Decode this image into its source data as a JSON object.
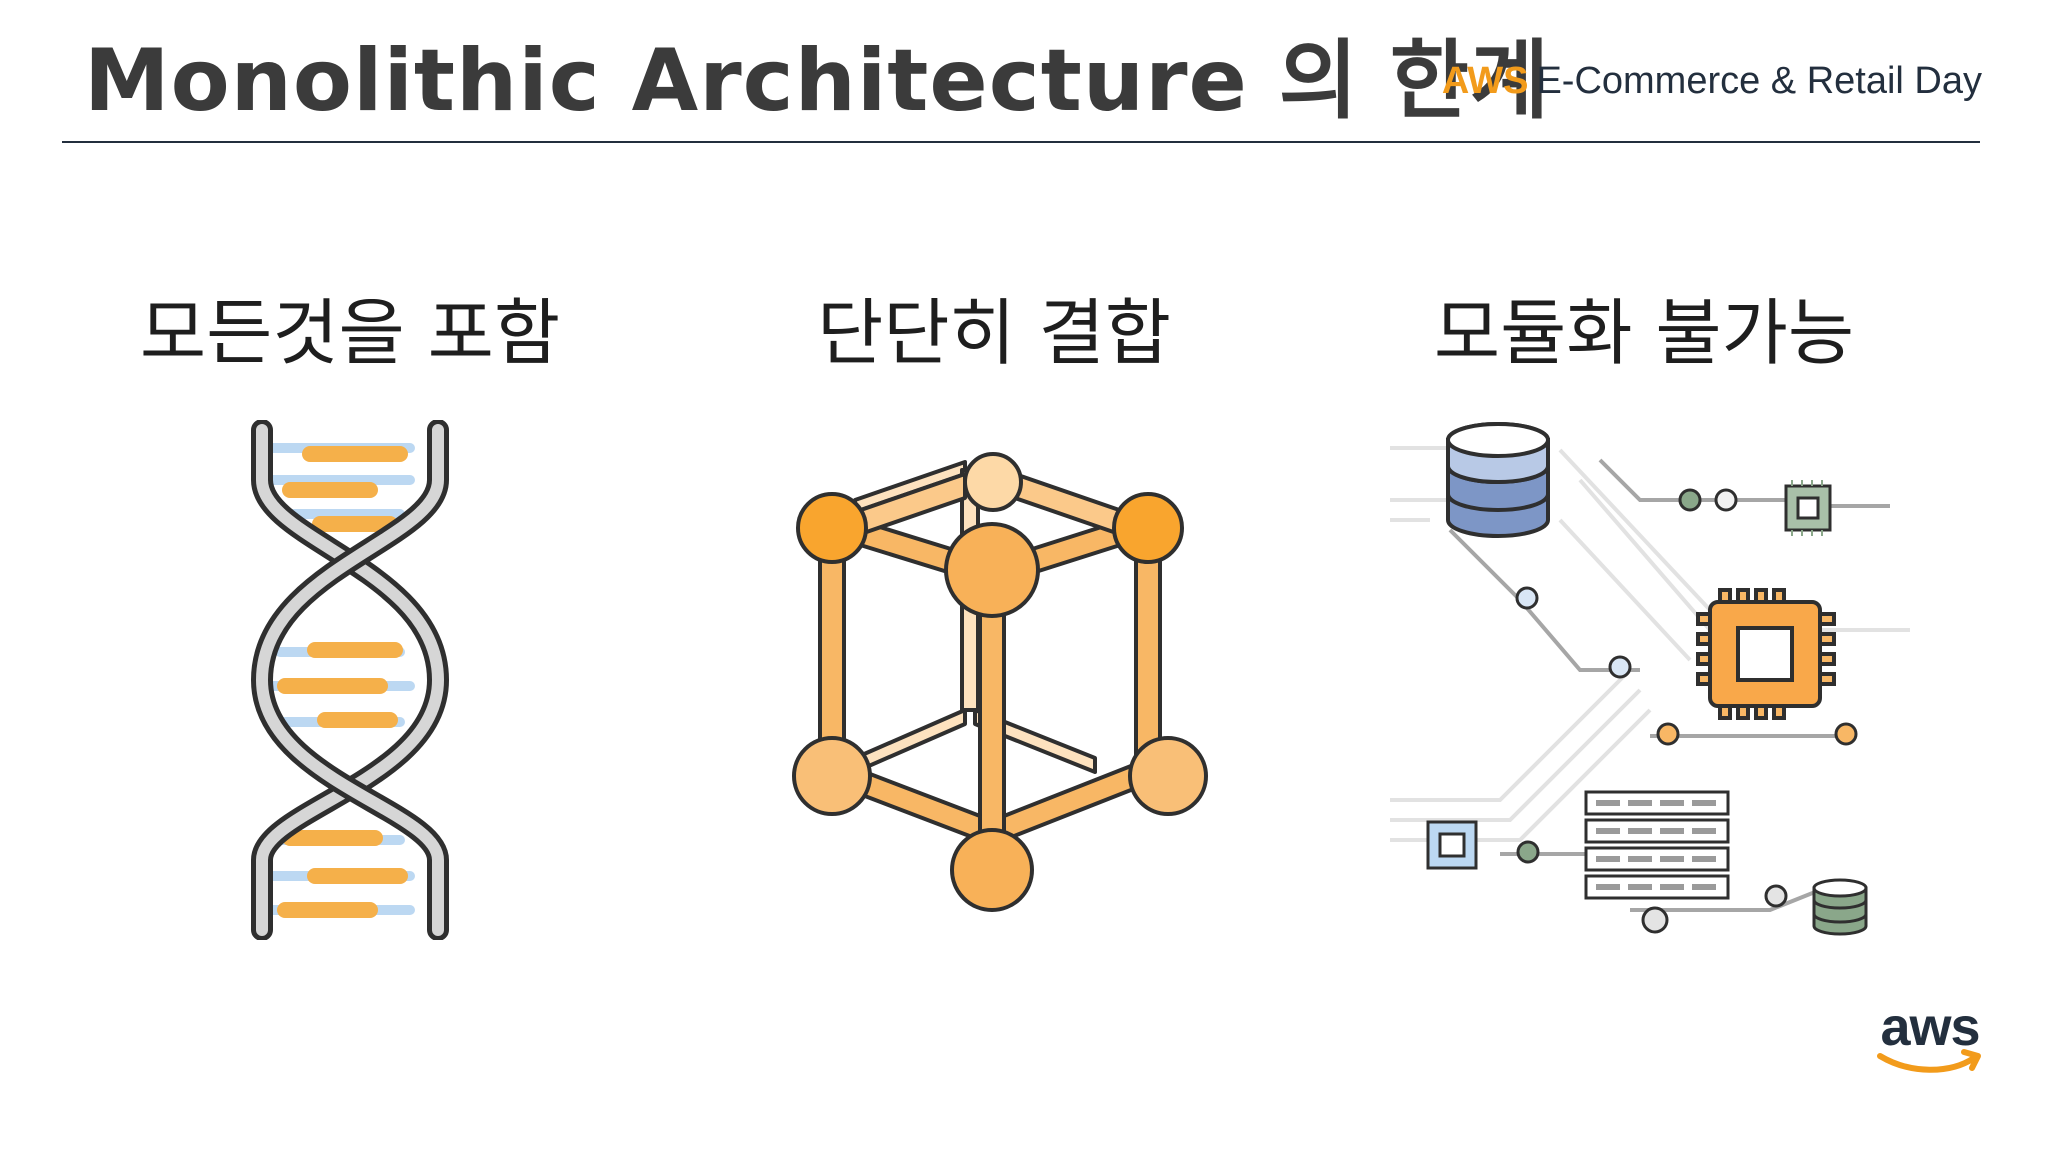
{
  "slide": {
    "title": "Monolithic Architecture 의 한계",
    "event_brand": "AWS",
    "event_name": "E-Commerce & Retail Day"
  },
  "points": [
    {
      "label": "모든것을 포함",
      "icon": "dna-helix-icon"
    },
    {
      "label": "단단히 결합",
      "icon": "connected-cube-icon"
    },
    {
      "label": "모듈화 불가능",
      "icon": "circuit-network-icon"
    }
  ],
  "logo": {
    "text": "aws"
  },
  "colors": {
    "orange": "#f29b1b",
    "orange_light": "#fdd9a7",
    "orange_mid": "#f8b765",
    "navy": "#232f3e",
    "gray": "#9a9a9a",
    "blue_light": "#bcd8f2"
  }
}
